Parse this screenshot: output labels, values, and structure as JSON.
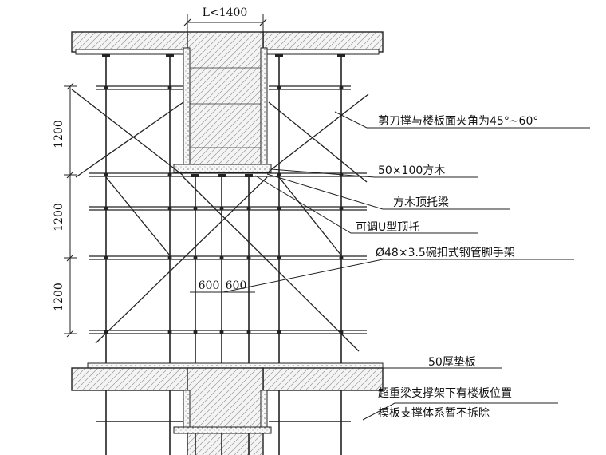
{
  "dimensions": {
    "beam_width": "L<1400",
    "row_spacing_1": "1200",
    "row_spacing_2": "1200",
    "row_spacing_3": "1200",
    "post_spacing_a": "600",
    "post_spacing_b": "600"
  },
  "callouts": {
    "scissor_brace": "剪刀撑与楼板面夹角为45°~60°",
    "timber": "50×100方木",
    "top_beam": "方木顶托梁",
    "u_head": "可调U型顶托",
    "scaffold": "Ø48×3.5碗扣式钢管脚手架",
    "base_plate": "50厚垫板",
    "note_line1": "超重梁支撑架下有楼板位置",
    "note_line2": "模板支撑体系暂不拆除"
  },
  "colors": {
    "line": "#222222",
    "concrete_fill": "#f0f0f0"
  }
}
